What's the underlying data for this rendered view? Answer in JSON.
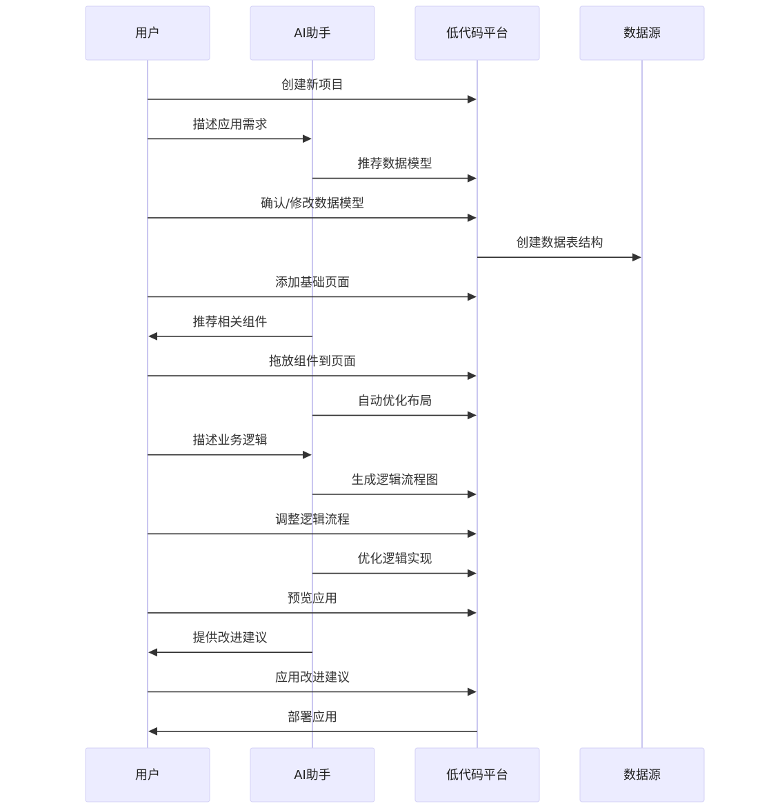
{
  "diagram": {
    "type": "sequence",
    "participants": [
      {
        "id": "user",
        "label": "用户"
      },
      {
        "id": "ai",
        "label": "AI助手"
      },
      {
        "id": "platform",
        "label": "低代码平台"
      },
      {
        "id": "datasource",
        "label": "数据源"
      }
    ],
    "messages": [
      {
        "from": "user",
        "to": "platform",
        "label": "创建新项目"
      },
      {
        "from": "user",
        "to": "ai",
        "label": "描述应用需求"
      },
      {
        "from": "ai",
        "to": "platform",
        "label": "推荐数据模型"
      },
      {
        "from": "user",
        "to": "platform",
        "label": "确认/修改数据模型"
      },
      {
        "from": "platform",
        "to": "datasource",
        "label": "创建数据表结构"
      },
      {
        "from": "user",
        "to": "platform",
        "label": "添加基础页面"
      },
      {
        "from": "ai",
        "to": "user",
        "label": "推荐相关组件"
      },
      {
        "from": "user",
        "to": "platform",
        "label": "拖放组件到页面"
      },
      {
        "from": "ai",
        "to": "platform",
        "label": "自动优化布局"
      },
      {
        "from": "user",
        "to": "ai",
        "label": "描述业务逻辑"
      },
      {
        "from": "ai",
        "to": "platform",
        "label": "生成逻辑流程图"
      },
      {
        "from": "user",
        "to": "platform",
        "label": "调整逻辑流程"
      },
      {
        "from": "ai",
        "to": "platform",
        "label": "优化逻辑实现"
      },
      {
        "from": "user",
        "to": "platform",
        "label": "预览应用"
      },
      {
        "from": "ai",
        "to": "user",
        "label": "提供改进建议"
      },
      {
        "from": "user",
        "to": "platform",
        "label": "应用改进建议"
      },
      {
        "from": "platform",
        "to": "user",
        "label": "部署应用"
      }
    ]
  }
}
